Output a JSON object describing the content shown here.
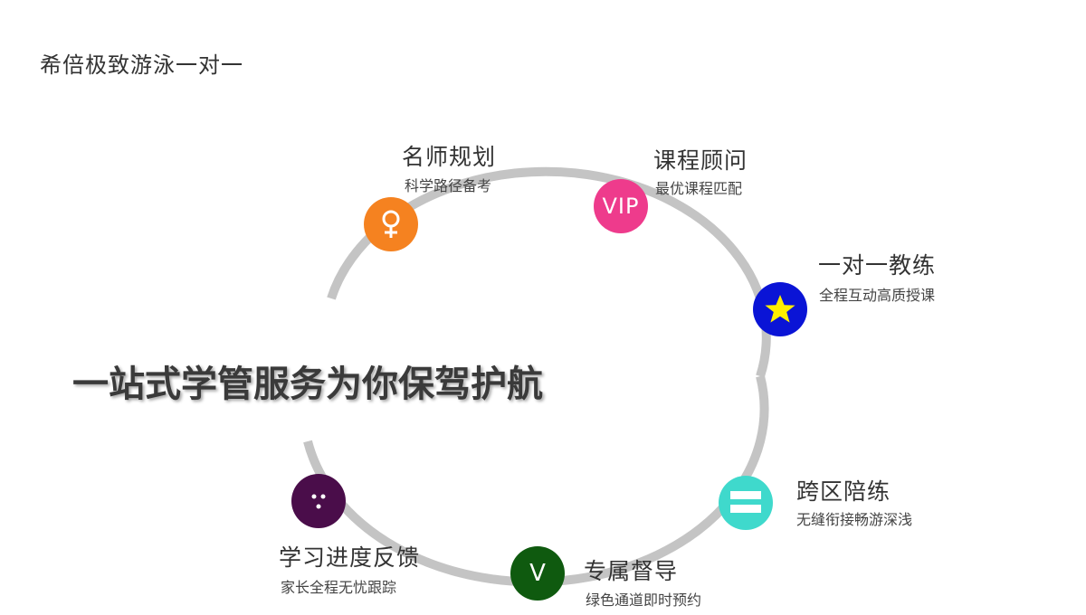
{
  "brand": "希倍极致游泳一对一",
  "headline": "一站式学管服务为你保驾护航",
  "nodes": [
    {
      "title": "名师规划",
      "subtitle": "科学路径备考",
      "icon": "female-symbol-icon",
      "color": "#f58220"
    },
    {
      "title": "课程顾问",
      "subtitle": "最优课程匹配",
      "icon": "vip-icon",
      "icon_text": "VIP",
      "color": "#ee3b8c"
    },
    {
      "title": "一对一教练",
      "subtitle": "全程互动高质授课",
      "icon": "star-icon",
      "color": "#0a14d6",
      "icon_color": "#ffee00"
    },
    {
      "title": "跨区陪练",
      "subtitle": "无缝衔接畅游深浅",
      "icon": "equals-icon",
      "color": "#3fd9cc"
    },
    {
      "title": "专属督导",
      "subtitle": "绿色通道即时预约",
      "icon": "v-icon",
      "icon_text": "V",
      "color": "#0f5a0f"
    },
    {
      "title": "学习进度反馈",
      "subtitle": "家长全程无忧跟踪",
      "icon": "dots-icon",
      "color": "#4a0d4a"
    }
  ],
  "ring_color": "#c4c4c4"
}
